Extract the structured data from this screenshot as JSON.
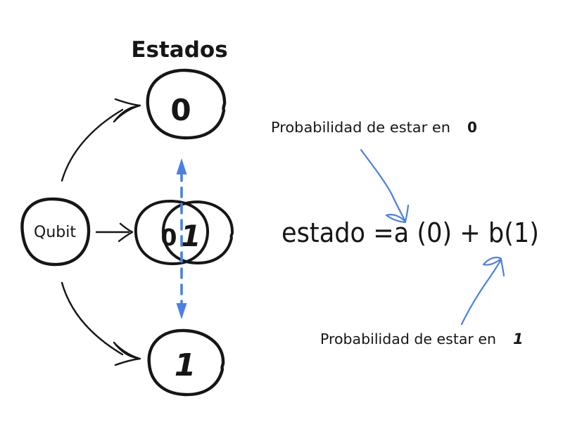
{
  "colors": {
    "ink": "#161616",
    "blue": "#4b80e2"
  },
  "title": "Estados",
  "qubit": {
    "label": "Qubit"
  },
  "states": {
    "zero": {
      "digit": "0"
    },
    "one": {
      "digit": "1"
    },
    "superposition": {
      "zero_digit": "0",
      "one_digit": "1"
    }
  },
  "equation": {
    "text": "estado =a (0) + b(1)"
  },
  "annotations": {
    "prob_zero": {
      "label": "Probabilidad de estar en",
      "digit": "0"
    },
    "prob_one": {
      "label": "Probabilidad de estar en",
      "digit": "1"
    }
  }
}
